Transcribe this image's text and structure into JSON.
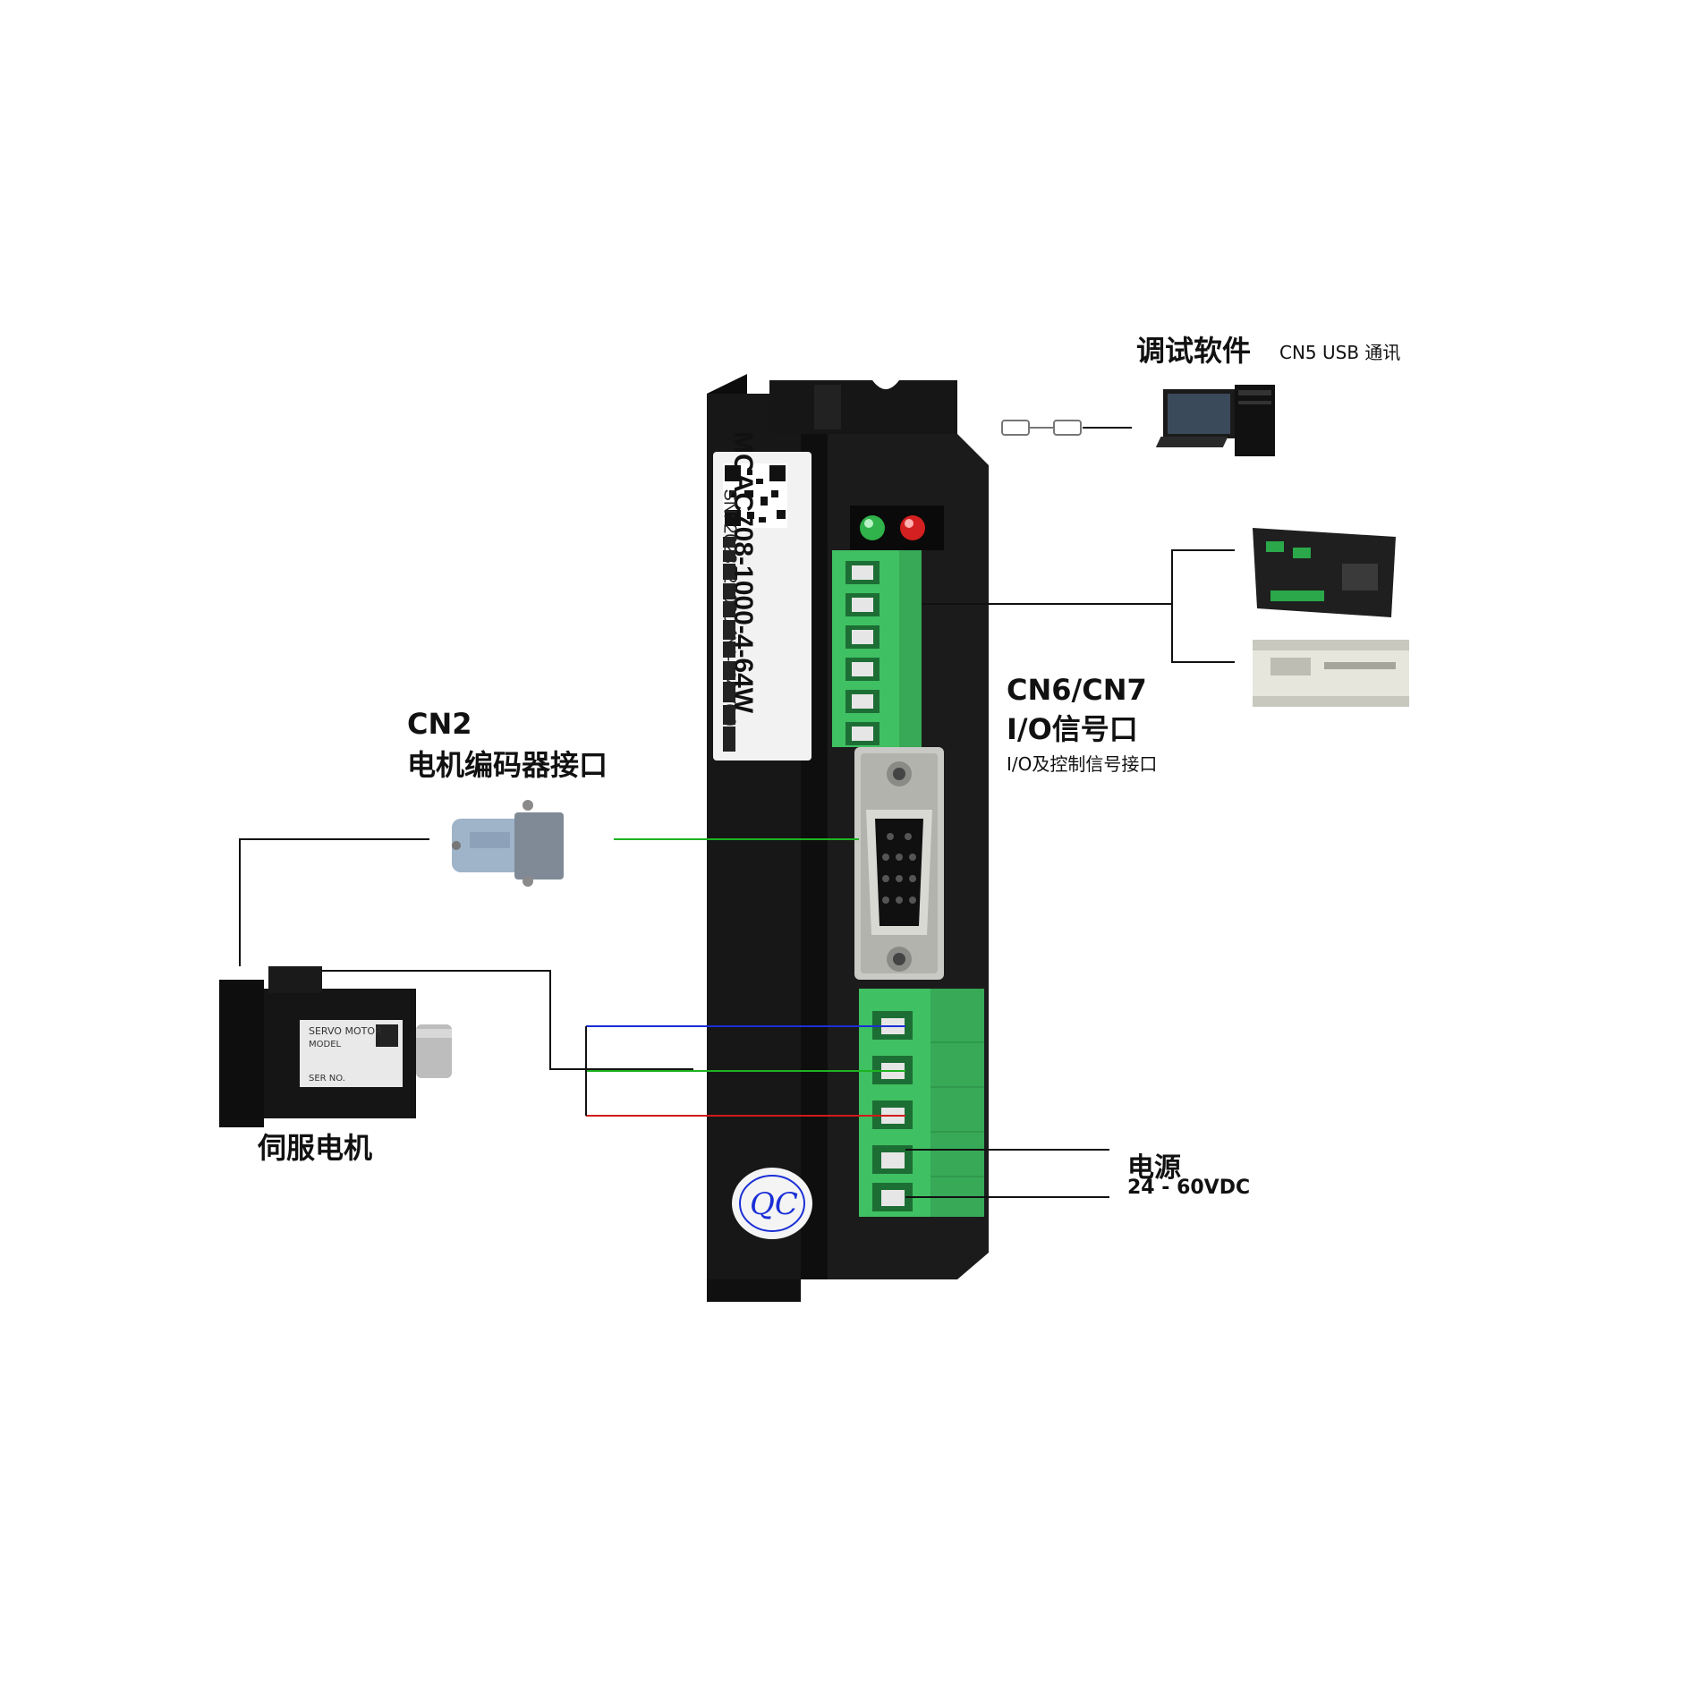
{
  "software": {
    "title": "调试软件",
    "subtitle": "CN5 USB 通讯"
  },
  "io": {
    "title_line1": "CN6/CN7",
    "title_line2": "I/O信号口",
    "subtitle": "I/O及控制信号接口"
  },
  "encoder": {
    "title_line1": "CN2",
    "title_line2": "电机编码器接口"
  },
  "motor": {
    "label": "伺服电机",
    "plate_line1": "SERVO MOTOR",
    "plate_line2": "MODEL",
    "plate_line3": "SER NO."
  },
  "power": {
    "title": "电源",
    "subtitle": "24 - 60VDC"
  },
  "driver_label": {
    "model": "MCAC708-1000-4-64W",
    "serial": "SN: 2023021000 1",
    "version": "N1-104  V6.0"
  },
  "qc_stamp": "QC",
  "colors": {
    "wire_green": "#1db322",
    "wire_blue": "#1a2fd6",
    "wire_red": "#d11a1a",
    "terminal_green": "#3fc062",
    "housing": "#141414"
  }
}
